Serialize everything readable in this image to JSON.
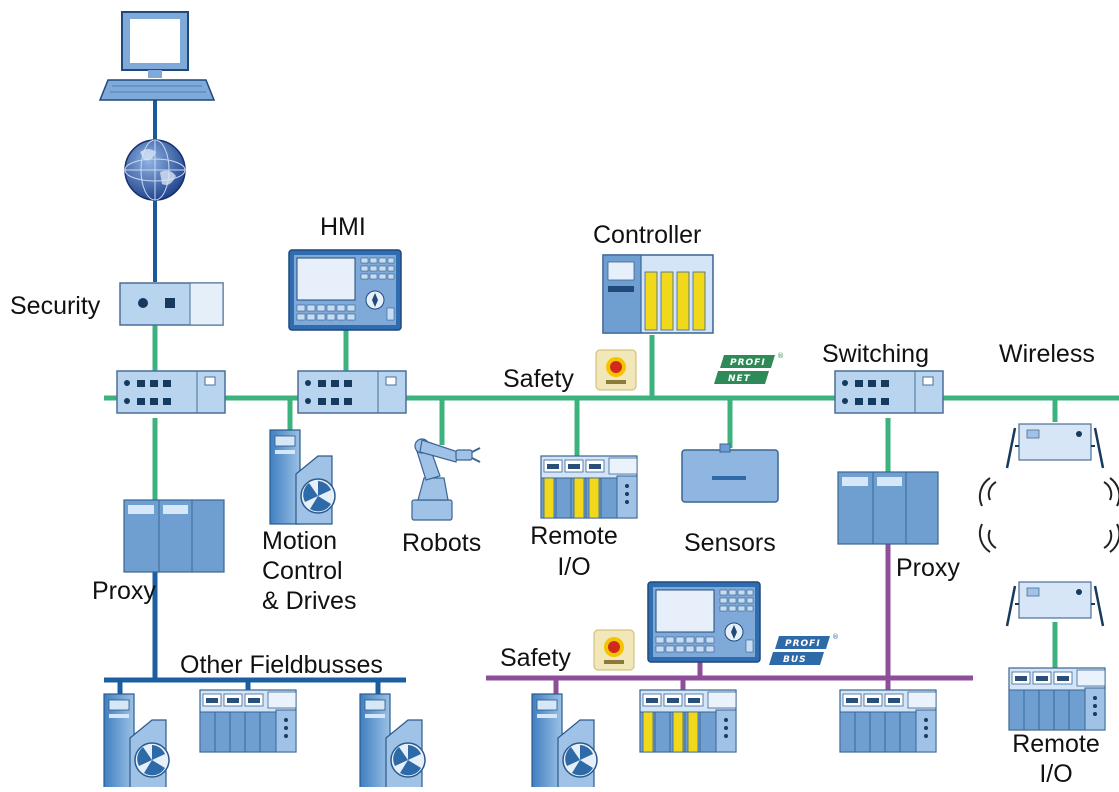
{
  "labels": {
    "security": "Security",
    "hmi": "HMI",
    "controller": "Controller",
    "safety_top": "Safety",
    "switching": "Switching",
    "wireless": "Wireless",
    "proxy_left": "Proxy",
    "motion_control": [
      "Motion",
      "Control",
      "& Drives"
    ],
    "robots": "Robots",
    "remote_io_center": [
      "Remote",
      "I/O"
    ],
    "sensors": "Sensors",
    "proxy_right": "Proxy",
    "other_fieldbusses": "Other Fieldbusses",
    "safety_bottom": "Safety",
    "remote_io_right": [
      "Remote",
      "I/O"
    ]
  },
  "logos": {
    "profinet": [
      "PROFI",
      "NET"
    ],
    "profibus": [
      "PROFI",
      "BUS"
    ]
  },
  "colors": {
    "profinet_line": "#3cb37e",
    "internet_line": "#1b5a9a",
    "fieldbus_line": "#1c5fa0",
    "profibus_line": "#8d4f9a",
    "device_blue": "#9fc2e6",
    "device_dark": "#2e6aa8",
    "module_yellow": "#f2d81a"
  }
}
